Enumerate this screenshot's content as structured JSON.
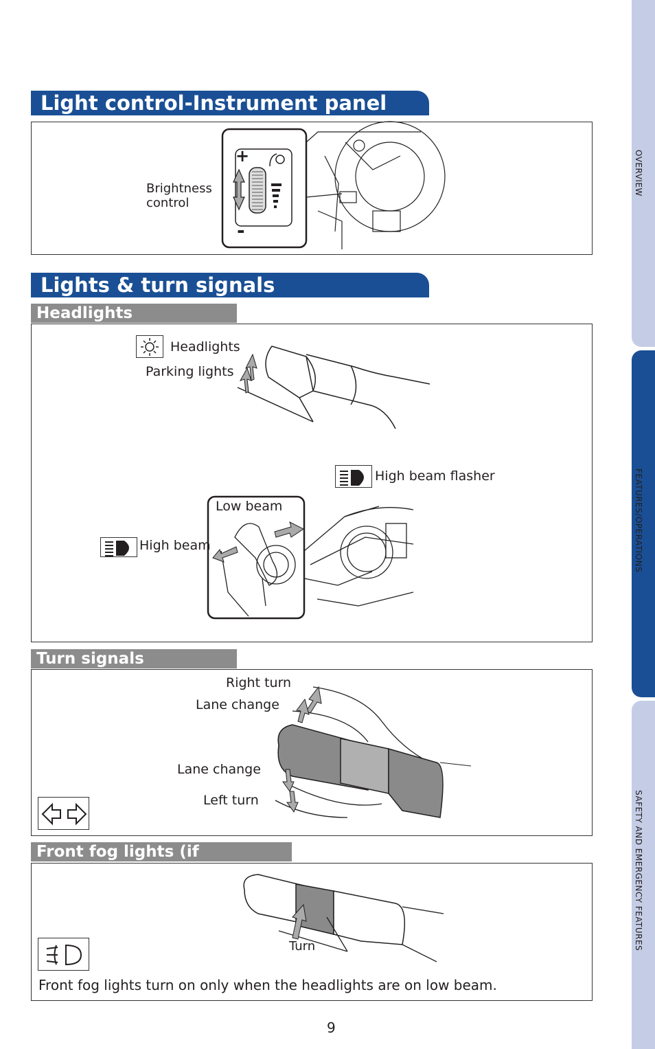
{
  "sections": {
    "instrument_panel": {
      "title": "Light control-Instrument panel",
      "brightness_label": "Brightness control"
    },
    "lights_turn": {
      "title": "Lights & turn signals"
    }
  },
  "headlights": {
    "subtitle": "Headlights",
    "headlights_label": "Headlights",
    "parking_label": "Parking lights",
    "high_beam_flasher_label": "High beam flasher",
    "low_beam_label": "Low beam",
    "high_beam_label": "High beam"
  },
  "turn_signals": {
    "subtitle": "Turn signals",
    "right_turn": "Right turn",
    "lane_change_up": "Lane change",
    "lane_change_down": "Lane change",
    "left_turn": "Left turn"
  },
  "fog": {
    "subtitle": "Front fog lights (if equipped)",
    "turn_label": "Turn",
    "note": "Front fog lights turn on only when the headlights are on low beam."
  },
  "side_tabs": [
    "OVERVIEW",
    "FEATURES/OPERATIONS",
    "SAFETY AND EMERGENCY FEATURES"
  ],
  "page_number": "9",
  "colors": {
    "title_blue": "#1a4f95",
    "tab_light": "#c5cde6",
    "sub_gray": "#8c8c8c"
  },
  "icons": [
    "brightness-switch-illustration",
    "headlight-sun-icon",
    "high-beam-icon",
    "turn-signal-arrows-icon",
    "fog-light-icon"
  ]
}
